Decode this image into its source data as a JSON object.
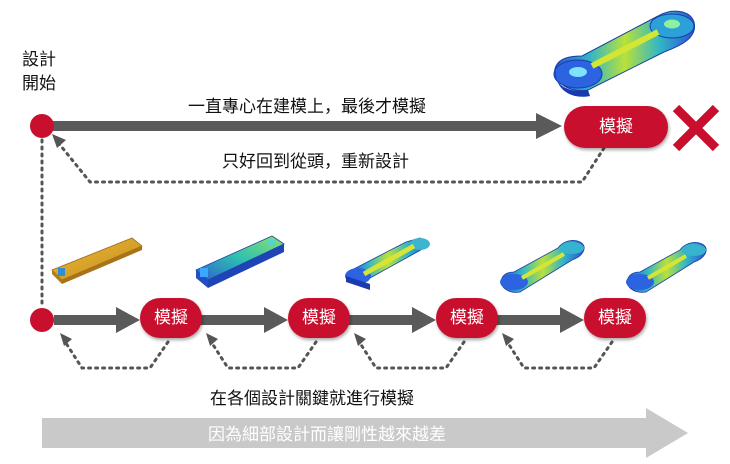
{
  "start_label": "設計\n開始",
  "top_caption": "一直專心在建模上，最後才模擬",
  "return_caption": "只好回到從頭，重新設計",
  "simulate_label": "模擬",
  "iter_caption": "在各個設計關鍵就進行模擬",
  "banner_text": "因為細部設計而讓剛性越來越差",
  "colors": {
    "accent_red": "#c8102e",
    "arrow_gray": "#5a5a5a",
    "banner_gray": "#c9c9c9",
    "cross_red": "#c8102e"
  },
  "icons": [
    "fea-model-image",
    "reject-cross-icon"
  ]
}
